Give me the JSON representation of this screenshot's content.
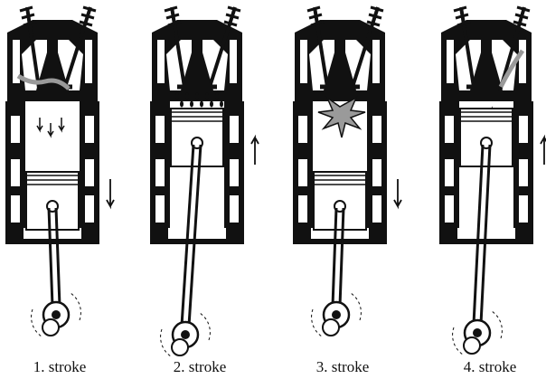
{
  "figure": {
    "strokes": [
      {
        "caption": "1. stroke",
        "direction": "down",
        "valves": "intake-open",
        "chamber": "intake-flow"
      },
      {
        "caption": "2.  stroke",
        "direction": "up",
        "valves": "closed",
        "chamber": "compression-dots"
      },
      {
        "caption": "3. stroke",
        "direction": "down",
        "valves": "closed",
        "chamber": "ignition-burst"
      },
      {
        "caption": "4. stroke",
        "direction": "up",
        "valves": "exhaust-open",
        "chamber": "exhaust-flow"
      }
    ],
    "colors": {
      "ink": "#111111",
      "paper": "#ffffff",
      "gray": "#9a9a9a"
    }
  }
}
